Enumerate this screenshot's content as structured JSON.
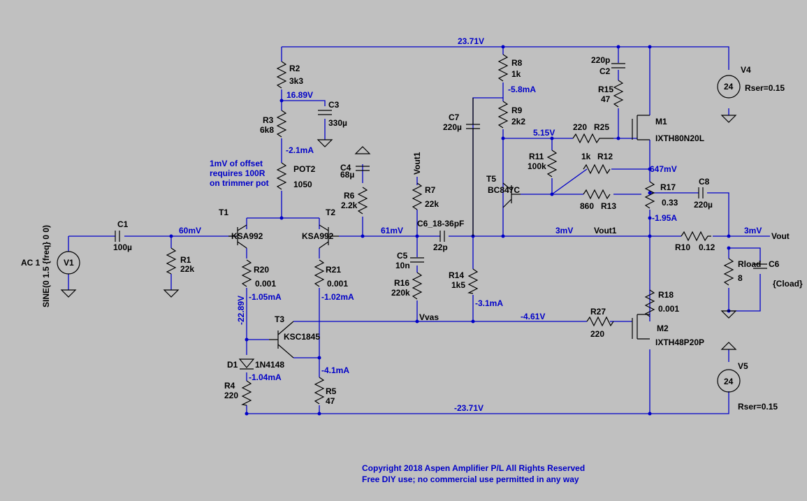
{
  "colors": {
    "background": "#c0c0c0",
    "wire": "#0000c8",
    "component": "#000000",
    "annotation": "#0000c8"
  },
  "nodes": {
    "vplus": "23.71V",
    "vminus": "-23.71V",
    "n1689": "16.89V",
    "i21": "-2.1mA",
    "in60": "60mV",
    "n61": "61mV",
    "i58": "-5.8mA",
    "n515": "5.15V",
    "n647": "647mV",
    "n3a": "3mV",
    "vout1": "Vout1",
    "n3b": "3mV",
    "vout": "Vout",
    "i195": "-1.95A",
    "n2289": "-22.89V",
    "i105": "-1.05mA",
    "i102": "-1.02mA",
    "i41": "-4.1mA",
    "i104": "-1.04mA",
    "i31": "-3.1mA",
    "n461": "-4.61V",
    "vvas": "Vvas",
    "vout1_flag": "Vout1"
  },
  "components": {
    "R1": {
      "name": "R1",
      "value": "22k"
    },
    "R2": {
      "name": "R2",
      "value": "3k3"
    },
    "R3": {
      "name": "R3",
      "value": "6k8"
    },
    "POT2": {
      "name": "POT2",
      "value": "1050"
    },
    "R4": {
      "name": "R4",
      "value": "220"
    },
    "R5": {
      "name": "R5",
      "value": "47"
    },
    "R6": {
      "name": "R6",
      "value": "2.2k"
    },
    "R7": {
      "name": "R7",
      "value": "22k"
    },
    "R8": {
      "name": "R8",
      "value": "1k"
    },
    "R9": {
      "name": "R9",
      "value": "2k2"
    },
    "R10": {
      "name": "R10",
      "value": "0.12"
    },
    "R11": {
      "name": "R11",
      "value": "100k"
    },
    "R12": {
      "name": "R12",
      "value": "1k"
    },
    "R13": {
      "name": "R13",
      "value": "860"
    },
    "R14": {
      "name": "R14",
      "value": "1k5"
    },
    "R15": {
      "name": "R15",
      "value": "47"
    },
    "R16": {
      "name": "R16",
      "value": "220k"
    },
    "R17": {
      "name": "R17",
      "value": "0.33"
    },
    "R18": {
      "name": "R18",
      "value": "0.001"
    },
    "R20": {
      "name": "R20",
      "value": "0.001"
    },
    "R21": {
      "name": "R21",
      "value": "0.001"
    },
    "R25": {
      "name": "R25",
      "value": "220"
    },
    "R27": {
      "name": "R27",
      "value": "220"
    },
    "Rload": {
      "name": "Rload",
      "value": "8"
    },
    "C1": {
      "name": "C1",
      "value": "100µ"
    },
    "C2": {
      "name": "C2",
      "value": "220p"
    },
    "C3": {
      "name": "C3",
      "value": "330µ"
    },
    "C4": {
      "name": "C4",
      "value": "68µ"
    },
    "C5": {
      "name": "C5",
      "value": "10n"
    },
    "C6_18": {
      "name": "C6_18-36pF",
      "value": "22p"
    },
    "C6": {
      "name": "C6",
      "value": "{Cload}"
    },
    "C7": {
      "name": "C7",
      "value": "220µ"
    },
    "C8": {
      "name": "C8",
      "value": "220µ"
    },
    "T1": {
      "name": "T1",
      "value": "KSA992"
    },
    "T2": {
      "name": "T2",
      "value": "KSA992"
    },
    "T3": {
      "name": "T3",
      "value": "KSC1845"
    },
    "T5": {
      "name": "T5",
      "value": "BC847C"
    },
    "M1": {
      "name": "M1",
      "value": "IXTH80N20L"
    },
    "M2": {
      "name": "M2",
      "value": "IXTH48P20P"
    },
    "D1": {
      "name": "D1",
      "value": "1N4148"
    },
    "V1": {
      "name": "V1",
      "value": "SINE(0 1.5 {freq} 0 0)",
      "ac": "AC 1"
    },
    "V4": {
      "name": "V4",
      "value": "24",
      "rser": "Rser=0.15"
    },
    "V5": {
      "name": "V5",
      "value": "24",
      "rser": "Rser=0.15"
    }
  },
  "notes": {
    "offset": [
      "1mV of offset",
      "requires 100R",
      "on trimmer pot"
    ]
  },
  "copyright": [
    "Copyright 2018 Aspen Amplifier P/L All Rights Reserved",
    "Free DIY use;  no commercial use permitted in any way"
  ]
}
